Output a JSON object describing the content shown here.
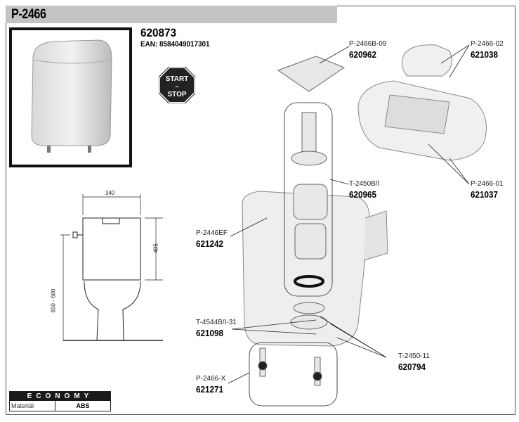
{
  "header": {
    "title": "P-2466"
  },
  "product": {
    "code": "620873",
    "ean": "EAN: 8584049017301"
  },
  "badge": {
    "line1": "START",
    "line2": "–",
    "line3": "STOP"
  },
  "dimensions": {
    "width": "340",
    "tank_height": "405",
    "total_height": "650 - 680"
  },
  "parts": [
    {
      "ref": "P-2466B-09",
      "code": "620962"
    },
    {
      "ref": "P-2466-02",
      "code": "621038"
    },
    {
      "ref": "T-2450B/I",
      "code": "620965"
    },
    {
      "ref": "P-2466-01",
      "code": "621037"
    },
    {
      "ref": "P-2446EF",
      "code": "621242"
    },
    {
      "ref": "T-4544B/I-31",
      "code": "621098"
    },
    {
      "ref": "T-2450-11",
      "code": "620794"
    },
    {
      "ref": "P-2466-X",
      "code": "621271"
    }
  ],
  "spec": {
    "class": "ECONOMY",
    "material_label": "Materiál",
    "material_value": "ABS"
  }
}
